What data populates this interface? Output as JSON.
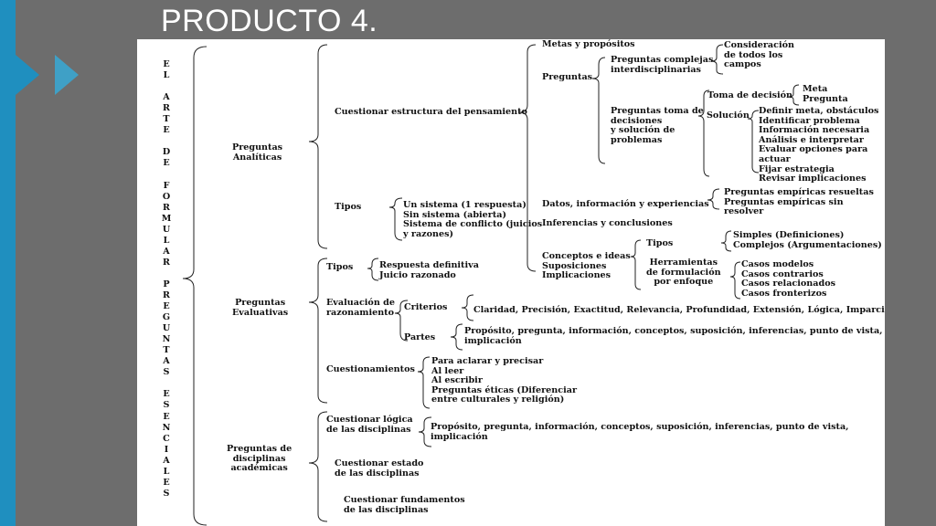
{
  "slide": {
    "title": "PRODUCTO 4.",
    "colors": {
      "background": "#6d6d6d",
      "accent": "#1f8fbf",
      "paper": "#ffffff"
    }
  },
  "diagram": {
    "root_letters": [
      "E",
      "L",
      "",
      "A",
      "R",
      "T",
      "E",
      "",
      "D",
      "E",
      "",
      "F",
      "O",
      "R",
      "M",
      "U",
      "L",
      "A",
      "R",
      "",
      "P",
      "R",
      "E",
      "G",
      "U",
      "N",
      "T",
      "A",
      "S",
      "",
      "E",
      "S",
      "E",
      "N",
      "C",
      "I",
      "A",
      "L",
      "E",
      "S"
    ],
    "analiticas": {
      "label": "Preguntas\nAnalíticas",
      "cuestionar": "Cuestionar estructura del pensamiento",
      "metas": "Metas y propósitos",
      "preguntas": "Preguntas",
      "complejas": "Preguntas complejas\ninterdisciplinarias",
      "consideracion": "Consideración\nde todos los\ncampos",
      "toma_label": "Preguntas toma de\ndecisiones\ny solución de\nproblemas",
      "toma_decision": "Toma de decisión",
      "meta_pregunta": "Meta\nPregunta",
      "solucion": "Solución",
      "solucion_items": "Definir meta, obstáculos\nIdentificar problema\nInformación necesaria\nAnálisis e interpretar\nEvaluar opciones para actuar\nFijar estrategia\nRevisar implicaciones",
      "datos": "Datos, información y experiencias",
      "empiricas": "Preguntas empíricas resueltas\nPreguntas empíricas sin resolver",
      "inferencias": "Inferencias y conclusiones",
      "conceptos": "Conceptos e ideas\nSuposiciones\nImplicaciones",
      "tipos_sub": "Tipos",
      "simples": "Simples (Definiciones)\nComplejos (Argumentaciones)",
      "herramientas": "Herramientas\nde formulación\npor enfoque",
      "casos": "Casos modelos\nCasos contrarios\nCasos relacionados\nCasos fronterizos",
      "tipos": "Tipos",
      "sistemas": "Un sistema (1 respuesta)\nSin sistema (abierta)\nSistema de conflicto (juicios\ny razones)"
    },
    "evaluativas": {
      "label": "Preguntas\nEvaluativas",
      "tipos": "Tipos",
      "tipos_items": "Respuesta definitiva\nJuicio razonado",
      "evaluacion": "Evaluación de\nrazonamiento",
      "criterios": "Criterios",
      "criterios_items": "Claridad, Precisión, Exactitud, Relevancia, Profundidad, Extensión, Lógica, Imparcialidad",
      "partes": "Partes",
      "partes_items": "Propósito, pregunta, información, conceptos, suposición, inferencias, punto de vista,\nimplicación",
      "cuestionamientos": "Cuestionamientos",
      "cuestionamientos_items": "Para aclarar y precisar\nAl leer\nAl escribir\nPreguntas éticas (Diferenciar\nentre culturales y religión)"
    },
    "academicas": {
      "label": "Preguntas de\ndisciplinas\nacadémicas",
      "logica": "Cuestionar lógica\nde las disciplinas",
      "logica_items": "Propósito, pregunta, información, conceptos, suposición, inferencias, punto de vista,\nimplicación",
      "estado": "Cuestionar estado\nde las disciplinas",
      "fundamentos": "Cuestionar fundamentos\nde las disciplinas"
    }
  }
}
